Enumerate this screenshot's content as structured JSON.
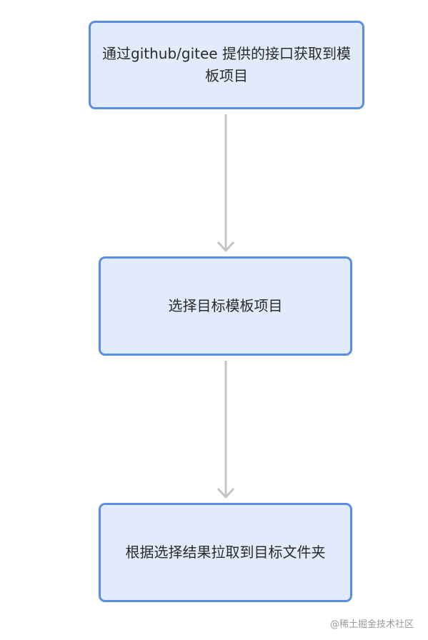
{
  "diagram": {
    "nodes": [
      {
        "id": "step-1",
        "label": "通过github/gitee 提供的接口获取到模板项目"
      },
      {
        "id": "step-2",
        "label": "选择目标模板项目"
      },
      {
        "id": "step-3",
        "label": "根据选择结果拉取到目标文件夹"
      }
    ],
    "edges": [
      {
        "from": "step-1",
        "to": "step-2"
      },
      {
        "from": "step-2",
        "to": "step-3"
      }
    ]
  },
  "watermark": "@稀土掘金技术社区",
  "colors": {
    "node_fill": "#e2ebfb",
    "node_border": "#5b8ee2",
    "edge": "#c4c4c4"
  }
}
